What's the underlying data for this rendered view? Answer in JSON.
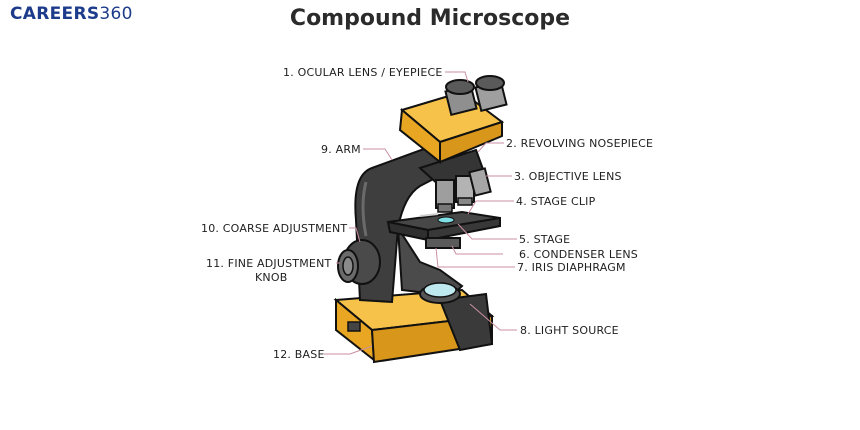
{
  "brand": {
    "name": "CAREERS",
    "number": "360"
  },
  "title": "Compound Microscope",
  "labels": {
    "ocular_lens": "1. OCULAR LENS / EYEPIECE",
    "revolving_nosepiece": "2. REVOLVING NOSEPIECE",
    "objective_lens": "3. OBJECTIVE LENS",
    "stage_clip": "4. STAGE CLIP",
    "stage": "5. STAGE",
    "condenser_lens": "6. CONDENSER LENS",
    "iris_diaphragm": "7. IRIS DIAPHRAGM",
    "light_source": "8. LIGHT SOURCE",
    "arm": "9. ARM",
    "coarse_adjustment": "10. COARSE ADJUSTMENT",
    "fine_adjustment_line1": "11. FINE ADJUSTMENT",
    "fine_adjustment_line2": "KNOB",
    "base": "12. BASE"
  },
  "colors": {
    "body_dark": "#3a3a3a",
    "body_mid": "#4d4d4d",
    "yellow": "#f5b326",
    "yellow_dark": "#d8961a",
    "lens_grey": "#9a9a9a",
    "leader": "#c98fa0",
    "glass": "#7fe0e6"
  }
}
